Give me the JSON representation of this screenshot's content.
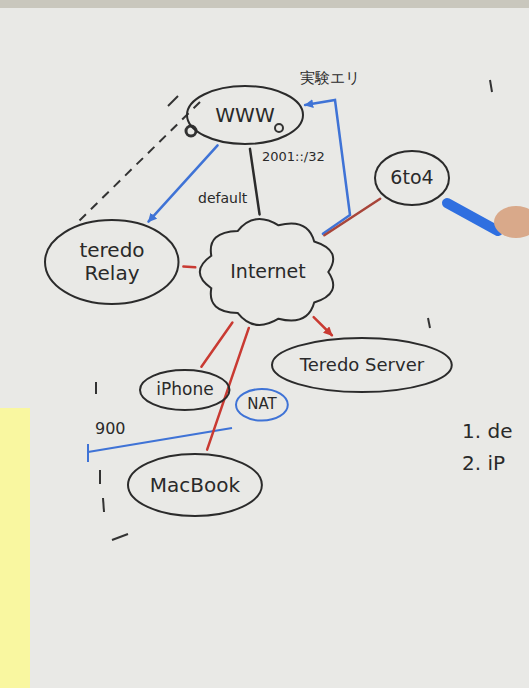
{
  "diagram": {
    "nodes": [
      {
        "text": [
          "WWW"
        ]
      },
      {
        "text": [
          "6to4"
        ]
      },
      {
        "text": [
          "teredo Relay"
        ]
      },
      {
        "text": [
          "Internet"
        ]
      },
      {
        "text": [
          "Teredo Server"
        ]
      },
      {
        "text": [
          "iPhone"
        ]
      },
      {
        "text": [
          "NAT"
        ]
      },
      {
        "text": [
          "MacBook"
        ]
      }
    ],
    "edges": [
      {
        "from": 0,
        "to": 2,
        "arrow": "to"
      },
      {
        "from": 0,
        "to": 3,
        "arrow": "none"
      },
      {
        "from": 3,
        "to": 0,
        "arrow": "to"
      },
      {
        "from": 3,
        "to": 1,
        "arrow": "none"
      },
      {
        "from": 2,
        "to": 3,
        "arrow": "none"
      },
      {
        "from": 3,
        "to": 4,
        "arrow": "to"
      },
      {
        "from": 5,
        "to": 3,
        "arrow": "none"
      },
      {
        "from": 7,
        "to": 3,
        "arrow": "none"
      }
    ],
    "labels": [
      "実験エリ",
      "2001::/32",
      "default",
      "900",
      "1. de",
      "2. iP"
    ]
  }
}
